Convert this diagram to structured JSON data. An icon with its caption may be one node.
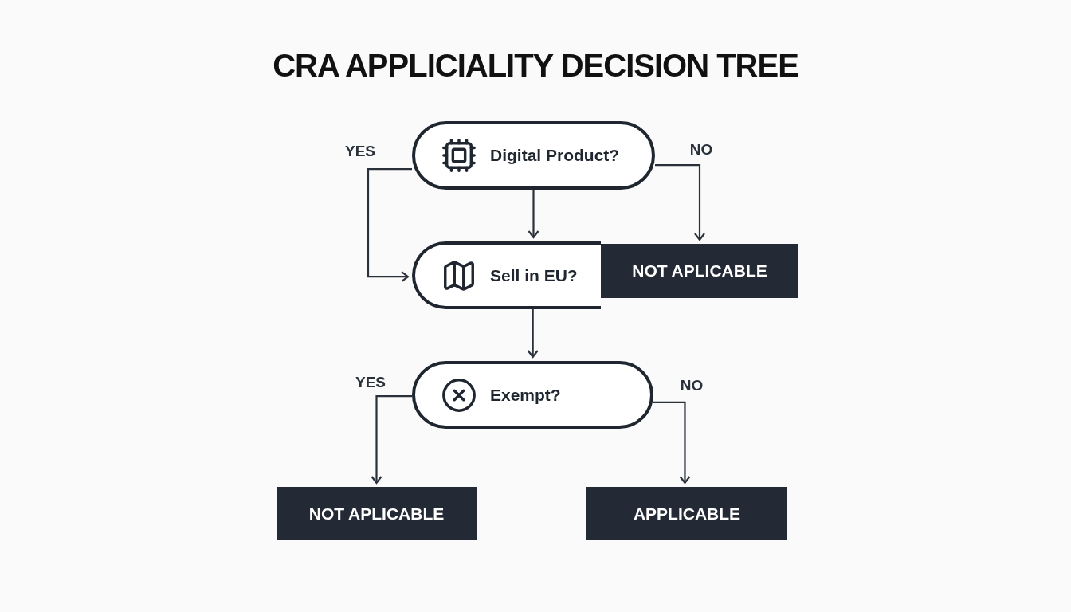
{
  "diagram": {
    "title": "CRA APPLICIALITY DECISION TREE",
    "nodes": [
      {
        "text": [
          "Digital Product?"
        ]
      },
      {
        "text": [
          "Sell in EU?"
        ]
      },
      {
        "text": [
          "NOT APLICABLE"
        ]
      },
      {
        "text": [
          "Exempt?"
        ]
      },
      {
        "text": [
          "NOT APLICABLE"
        ]
      },
      {
        "text": [
          "APPLICABLE"
        ]
      }
    ],
    "edges": [
      {
        "from": 0,
        "to": 1,
        "arrow": "to"
      },
      {
        "from": 0,
        "to": 1,
        "label": "YES",
        "arrow": "to"
      },
      {
        "from": 0,
        "to": 2,
        "label": "NO",
        "arrow": "to"
      },
      {
        "from": 1,
        "to": 3,
        "arrow": "to"
      },
      {
        "from": 3,
        "to": 4,
        "label": "YES",
        "arrow": "to"
      },
      {
        "from": 3,
        "to": 5,
        "label": "NO",
        "arrow": "to"
      }
    ]
  }
}
